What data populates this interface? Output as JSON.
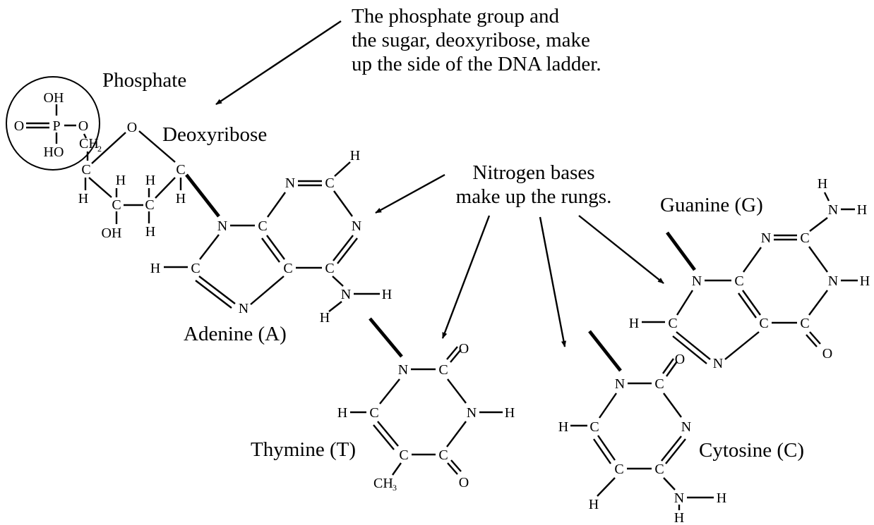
{
  "annotations": {
    "sides_line1": "The phosphate group and",
    "sides_line2": "the sugar, deoxyribose, make",
    "sides_line3": "up the side of the DNA ladder.",
    "bases_line1": "Nitrogen bases",
    "bases_line2": "make up the rungs."
  },
  "labels": {
    "phosphate": "Phosphate",
    "deoxyribose": "Deoxyribose",
    "adenine": "Adenine (A)",
    "thymine": "Thymine (T)",
    "cytosine": "Cytosine (C)",
    "guanine": "Guanine (G)"
  },
  "atoms": {
    "O": "O",
    "P": "P",
    "C": "C",
    "N": "N",
    "H": "H",
    "OH": "OH",
    "HO": "HO",
    "CH": "CH",
    "sub2": "2",
    "sub3": "3"
  }
}
